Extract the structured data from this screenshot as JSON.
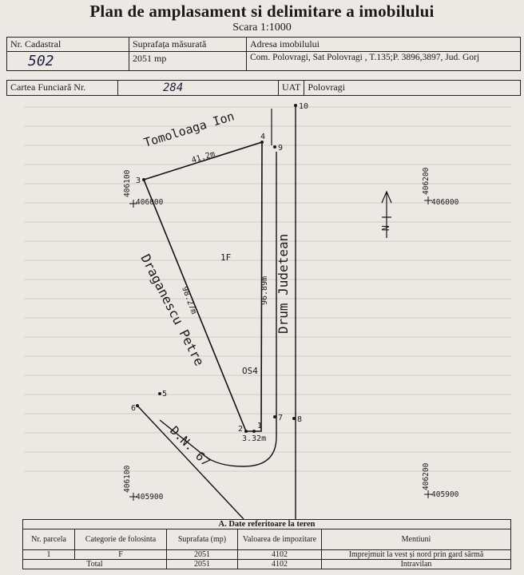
{
  "header": {
    "title": "Plan de amplasament si delimitare a imobilului",
    "scale": "Scara 1:1000"
  },
  "info": {
    "cadastral_label": "Nr. Cadastral",
    "cadastral_value": "502",
    "area_label": "Suprafața măsurată",
    "area_value": "2051 mp",
    "address_label": "Adresa imobilului",
    "address_value": "Com. Polovragi, Sat Polovragi , T.135;P. 3896,3897, Jud. Gorj",
    "cf_label": "Cartea Funciară Nr.",
    "cf_value": "284",
    "uat_label": "UAT",
    "uat_value": "Polovragi"
  },
  "plan": {
    "neighbors": {
      "north": "Tomoloaga Ion",
      "west": "Draganescu Petre",
      "east": "Drum Judetean",
      "south": "D.N. 67"
    },
    "parcel_label": "1F",
    "building_label": "OS4",
    "distances": [
      "41.2m",
      "96.89m",
      "98.27m",
      "3.32m"
    ],
    "points": [
      "1",
      "2",
      "3",
      "4",
      "5",
      "6",
      "7",
      "8",
      "9",
      "10"
    ],
    "coords": {
      "x_top": "406100",
      "y_top": "406000",
      "x_top_right": "406200",
      "y_top_right": "406000",
      "x_bottom": "406100",
      "y_bottom": "405900",
      "x_bottom_right": "406200",
      "y_bottom_right": "405900"
    },
    "north_arrow": "N"
  },
  "table_a": {
    "title": "A. Date referitoare la teren",
    "headers": [
      "Nr. parcela",
      "Categorie de folosinta",
      "Suprafata (mp)",
      "Valoarea de impozitare",
      "Mentiuni"
    ],
    "rows": [
      [
        "1",
        "F",
        "2051",
        "4102",
        "Imprejmuit la vest și nord prin gard sârmă"
      ],
      [
        "Total",
        "",
        "2051",
        "4102",
        "Intravilan"
      ]
    ]
  }
}
